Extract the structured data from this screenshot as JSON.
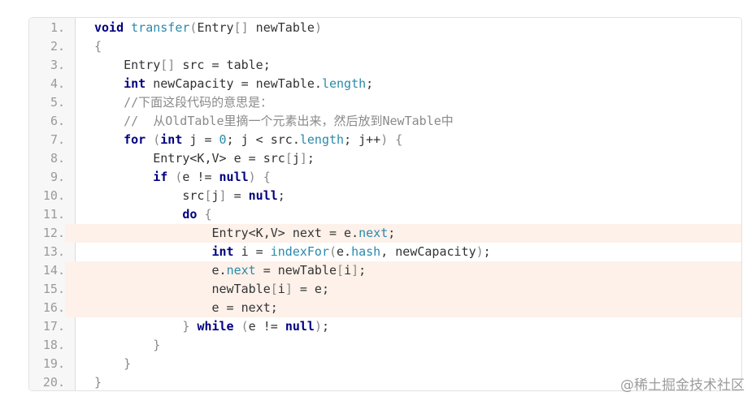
{
  "code_block": {
    "lines": [
      {
        "num": "1.",
        "highlight": false,
        "tokens": [
          {
            "t": "void",
            "c": "k"
          },
          {
            "t": " "
          },
          {
            "t": "transfer",
            "c": "f"
          },
          {
            "t": "(",
            "c": "o"
          },
          {
            "t": "Entry"
          },
          {
            "t": "[]",
            "c": "o"
          },
          {
            "t": " newTable"
          },
          {
            "t": ")",
            "c": "o"
          }
        ]
      },
      {
        "num": "2.",
        "highlight": false,
        "tokens": [
          {
            "t": "{",
            "c": "o"
          }
        ]
      },
      {
        "num": "3.",
        "highlight": false,
        "tokens": [
          {
            "t": "    Entry"
          },
          {
            "t": "[]",
            "c": "o"
          },
          {
            "t": " src = table;"
          }
        ]
      },
      {
        "num": "4.",
        "highlight": false,
        "tokens": [
          {
            "t": "    "
          },
          {
            "t": "int",
            "c": "k"
          },
          {
            "t": " newCapacity = newTable."
          },
          {
            "t": "length",
            "c": "p"
          },
          {
            "t": ";"
          }
        ]
      },
      {
        "num": "5.",
        "highlight": false,
        "tokens": [
          {
            "t": "    //下面这段代码的意思是：",
            "c": "c"
          }
        ]
      },
      {
        "num": "6.",
        "highlight": false,
        "tokens": [
          {
            "t": "    //  从OldTable里摘一个元素出来，然后放到NewTable中",
            "c": "c"
          }
        ]
      },
      {
        "num": "7.",
        "highlight": false,
        "tokens": [
          {
            "t": "    "
          },
          {
            "t": "for",
            "c": "k"
          },
          {
            "t": " "
          },
          {
            "t": "(",
            "c": "o"
          },
          {
            "t": "int",
            "c": "k"
          },
          {
            "t": " j = "
          },
          {
            "t": "0",
            "c": "n"
          },
          {
            "t": "; j < src."
          },
          {
            "t": "length",
            "c": "p"
          },
          {
            "t": "; j++"
          },
          {
            "t": ")",
            "c": "o"
          },
          {
            "t": " "
          },
          {
            "t": "{",
            "c": "o"
          }
        ]
      },
      {
        "num": "8.",
        "highlight": false,
        "tokens": [
          {
            "t": "        Entry<K,V> e = src"
          },
          {
            "t": "[",
            "c": "o"
          },
          {
            "t": "j"
          },
          {
            "t": "]",
            "c": "o"
          },
          {
            "t": ";"
          }
        ]
      },
      {
        "num": "9.",
        "highlight": false,
        "tokens": [
          {
            "t": "        "
          },
          {
            "t": "if",
            "c": "k"
          },
          {
            "t": " "
          },
          {
            "t": "(",
            "c": "o"
          },
          {
            "t": "e != "
          },
          {
            "t": "null",
            "c": "k"
          },
          {
            "t": ")",
            "c": "o"
          },
          {
            "t": " "
          },
          {
            "t": "{",
            "c": "o"
          }
        ]
      },
      {
        "num": "10.",
        "highlight": false,
        "tokens": [
          {
            "t": "            src"
          },
          {
            "t": "[",
            "c": "o"
          },
          {
            "t": "j"
          },
          {
            "t": "]",
            "c": "o"
          },
          {
            "t": " = "
          },
          {
            "t": "null",
            "c": "k"
          },
          {
            "t": ";"
          }
        ]
      },
      {
        "num": "11.",
        "highlight": false,
        "tokens": [
          {
            "t": "            "
          },
          {
            "t": "do",
            "c": "k"
          },
          {
            "t": " "
          },
          {
            "t": "{",
            "c": "o"
          }
        ]
      },
      {
        "num": "12.",
        "highlight": true,
        "tokens": [
          {
            "t": "                Entry<K,V> next = e."
          },
          {
            "t": "next",
            "c": "p"
          },
          {
            "t": ";"
          }
        ]
      },
      {
        "num": "13.",
        "highlight": false,
        "tokens": [
          {
            "t": "                "
          },
          {
            "t": "int",
            "c": "k"
          },
          {
            "t": " i = "
          },
          {
            "t": "indexFor",
            "c": "f"
          },
          {
            "t": "(",
            "c": "o"
          },
          {
            "t": "e."
          },
          {
            "t": "hash",
            "c": "p"
          },
          {
            "t": ", newCapacity"
          },
          {
            "t": ")",
            "c": "o"
          },
          {
            "t": ";"
          }
        ]
      },
      {
        "num": "14.",
        "highlight": true,
        "tokens": [
          {
            "t": "                e."
          },
          {
            "t": "next",
            "c": "p"
          },
          {
            "t": " = newTable"
          },
          {
            "t": "[",
            "c": "o"
          },
          {
            "t": "i"
          },
          {
            "t": "]",
            "c": "o"
          },
          {
            "t": ";"
          }
        ]
      },
      {
        "num": "15.",
        "highlight": true,
        "tokens": [
          {
            "t": "                newTable"
          },
          {
            "t": "[",
            "c": "o"
          },
          {
            "t": "i"
          },
          {
            "t": "]",
            "c": "o"
          },
          {
            "t": " = e;"
          }
        ]
      },
      {
        "num": "16.",
        "highlight": true,
        "tokens": [
          {
            "t": "                e = next;"
          }
        ]
      },
      {
        "num": "17.",
        "highlight": false,
        "tokens": [
          {
            "t": "            "
          },
          {
            "t": "}",
            "c": "o"
          },
          {
            "t": " "
          },
          {
            "t": "while",
            "c": "k"
          },
          {
            "t": " "
          },
          {
            "t": "(",
            "c": "o"
          },
          {
            "t": "e != "
          },
          {
            "t": "null",
            "c": "k"
          },
          {
            "t": ")",
            "c": "o"
          },
          {
            "t": ";"
          }
        ]
      },
      {
        "num": "18.",
        "highlight": false,
        "tokens": [
          {
            "t": "        "
          },
          {
            "t": "}",
            "c": "o"
          }
        ]
      },
      {
        "num": "19.",
        "highlight": false,
        "tokens": [
          {
            "t": "    "
          },
          {
            "t": "}",
            "c": "o"
          }
        ]
      },
      {
        "num": "20.",
        "highlight": false,
        "tokens": [
          {
            "t": "}",
            "c": "o"
          }
        ]
      }
    ]
  },
  "watermark": "@稀土掘金技术社区"
}
